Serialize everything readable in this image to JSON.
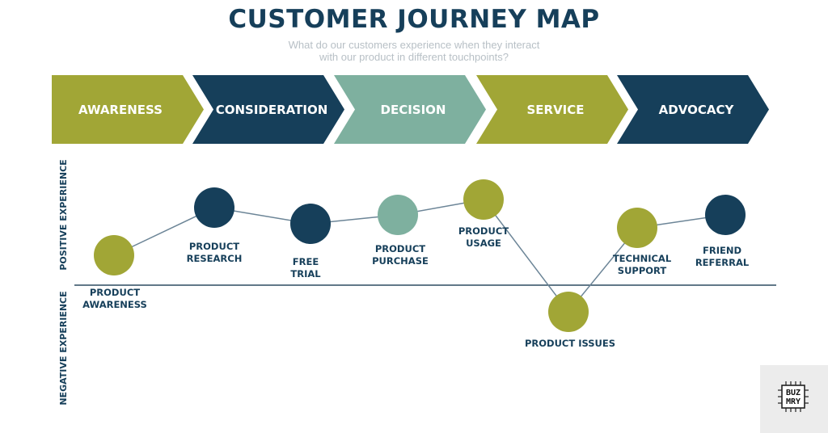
{
  "header": {
    "title": "CUSTOMER JOURNEY MAP",
    "subtitle_line1": "What do our customers experience when they interact",
    "subtitle_line2": "with our product in different touchpoints?"
  },
  "stages": [
    {
      "label": "AWARENESS",
      "color": "#a1a636"
    },
    {
      "label": "CONSIDERATION",
      "color": "#163f5a"
    },
    {
      "label": "DECISION",
      "color": "#7eb09f"
    },
    {
      "label": "SERVICE",
      "color": "#a1a636"
    },
    {
      "label": "ADVOCACY",
      "color": "#163f5a"
    }
  ],
  "axes": {
    "positive": "POSITIVE EXPERIENCE",
    "negative": "NEGATIVE EXPERIENCE"
  },
  "touchpoints": [
    {
      "lines": [
        "PRODUCT",
        "AWARENESS"
      ],
      "color": "#a1a636",
      "experience": "positive"
    },
    {
      "lines": [
        "PRODUCT",
        "RESEARCH"
      ],
      "color": "#163f5a",
      "experience": "positive"
    },
    {
      "lines": [
        "FREE",
        "TRIAL"
      ],
      "color": "#163f5a",
      "experience": "positive"
    },
    {
      "lines": [
        "PRODUCT",
        "PURCHASE"
      ],
      "color": "#7eb09f",
      "experience": "positive"
    },
    {
      "lines": [
        "PRODUCT",
        "USAGE"
      ],
      "color": "#a1a636",
      "experience": "positive"
    },
    {
      "lines": [
        "PRODUCT ISSUES"
      ],
      "color": "#a1a636",
      "experience": "negative"
    },
    {
      "lines": [
        "TECHNICAL",
        "SUPPORT"
      ],
      "color": "#a1a636",
      "experience": "positive"
    },
    {
      "lines": [
        "FRIEND",
        "REFERRAL"
      ],
      "color": "#163f5a",
      "experience": "positive"
    }
  ],
  "logo": {
    "line1": "BUZ",
    "line2": "MRY"
  }
}
